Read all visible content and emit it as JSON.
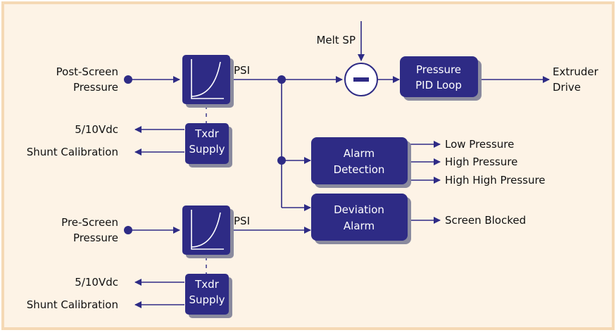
{
  "colors": {
    "frame_fill": "#fdf3e6",
    "frame_border": "#f5d9b5",
    "block_fill": "#2e2b85",
    "block_shadow": "#8a8a9e",
    "line": "#2e2b85",
    "text": "#111111",
    "block_text": "#ffffff"
  },
  "inputs": {
    "post_screen": [
      "Post-Screen",
      "Pressure"
    ],
    "pre_screen": [
      "Pre-Screen",
      "Pressure"
    ]
  },
  "signals": {
    "psi_top": "PSI",
    "psi_bottom": "PSI",
    "melt_sp": "Melt SP"
  },
  "txdr_top": {
    "block": [
      "Txdr",
      "Supply"
    ],
    "vdc": "5/10Vdc",
    "shunt": "Shunt Calibration"
  },
  "txdr_bottom": {
    "block": [
      "Txdr",
      "Supply"
    ],
    "vdc": "5/10Vdc",
    "shunt": "Shunt Calibration"
  },
  "pid_block": [
    "Pressure",
    "PID Loop"
  ],
  "pid_output": [
    "Extruder",
    "Drive"
  ],
  "alarm_block": [
    "Alarm",
    "Detection"
  ],
  "alarm_outputs": [
    "Low Pressure",
    "High Pressure",
    "High High Pressure"
  ],
  "deviation_block": [
    "Deviation",
    "Alarm"
  ],
  "deviation_output": "Screen Blocked"
}
